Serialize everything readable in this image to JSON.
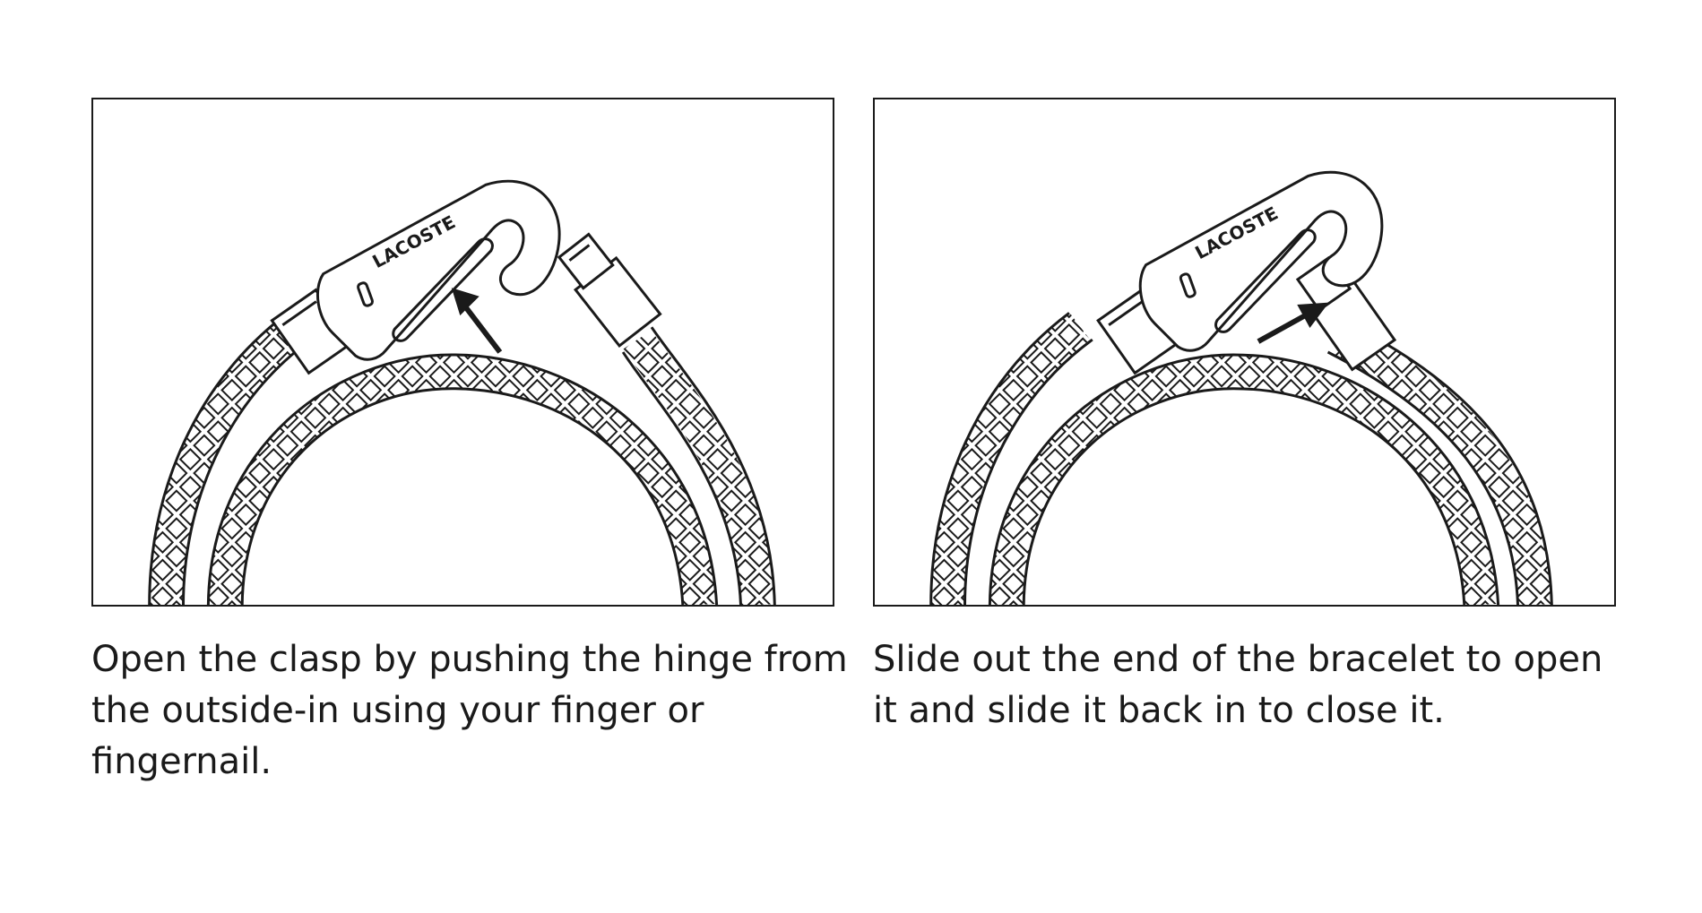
{
  "steps": [
    {
      "brand_mark": "LACOSTE",
      "caption": "Open the clasp by pushing the hinge from the outside-in using your finger or fingernail.",
      "arrow_icon": "arrow-up-left-icon"
    },
    {
      "brand_mark": "LACOSTE",
      "caption": "Slide out the end of the bracelet to open it and slide it back in to close it.",
      "arrow_icon": "arrow-up-right-icon"
    }
  ],
  "colors": {
    "line": "#1a1a1a",
    "background": "#ffffff"
  }
}
